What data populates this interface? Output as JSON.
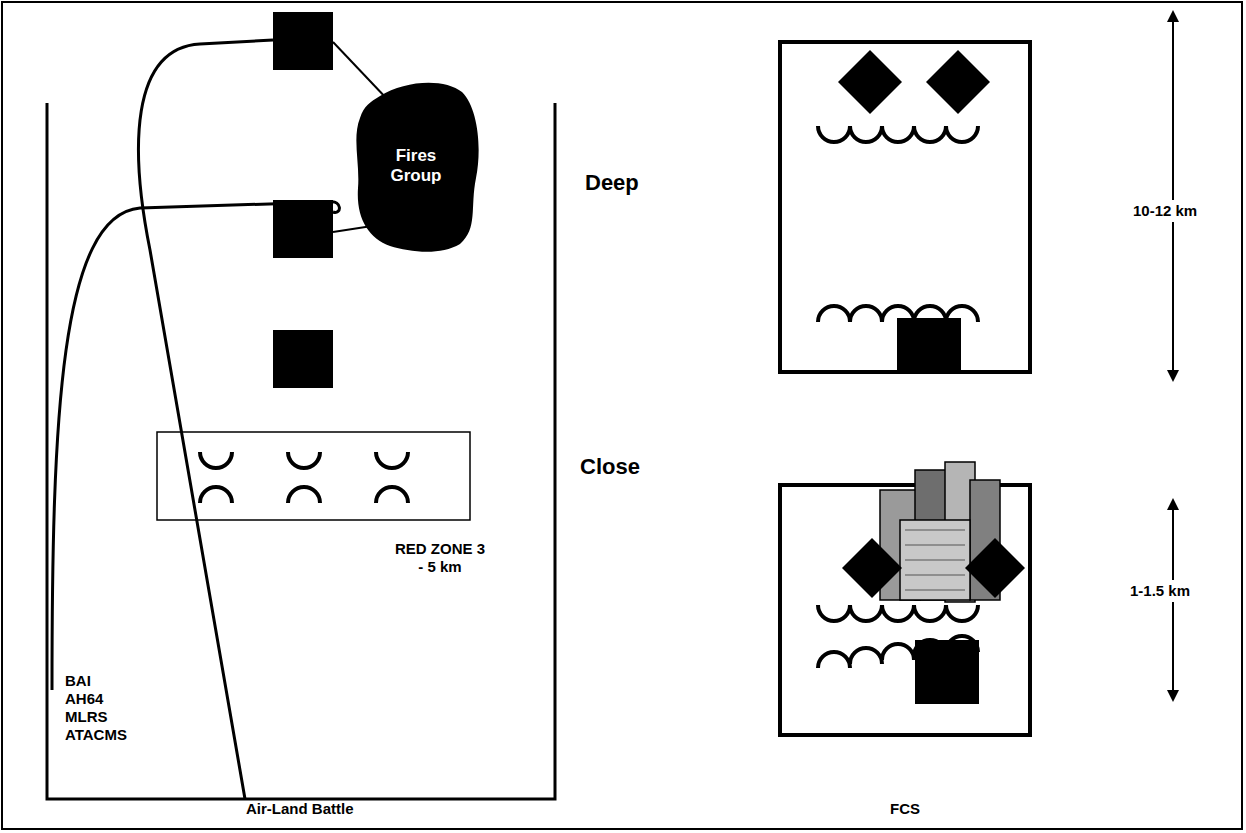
{
  "diagram": {
    "nodes": [
      {
        "text": [
          "Fires Group"
        ]
      }
    ],
    "labels": [
      "Deep",
      "Close",
      "RED ZONE 3 - 5 km",
      "BAI AH64 MLRS ATACMS",
      "Air-Land Battle",
      "10-12 km",
      "1-1.5 km",
      "FCS"
    ]
  }
}
